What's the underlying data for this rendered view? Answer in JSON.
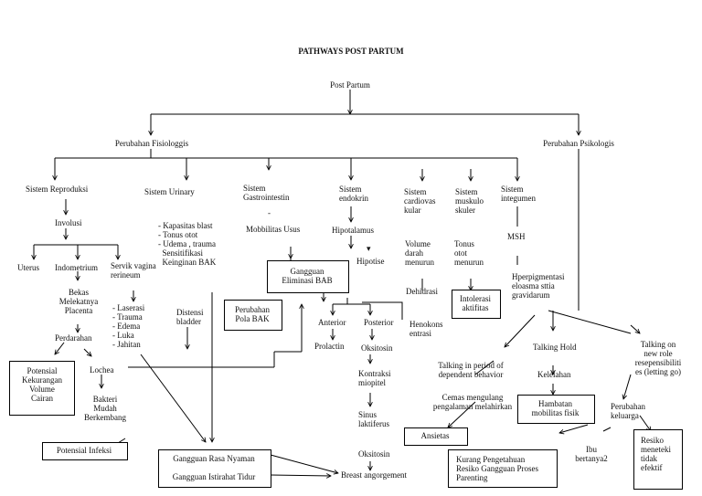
{
  "title": "PATHWAYS POST PARTUM",
  "root": "Post Partum",
  "perubahan_fisiologis": "Perubahan Fisiologgis",
  "perubahan_psikologis": "Perubahan Psikologis",
  "sistem_reproduksi": "Sistem Reproduksi",
  "sistem_urinary": "Sistem Urinary",
  "sistem_gastrointestin": "Sistem\nGastrointestin",
  "sistem_endokrin": "Sistem\nendokrin",
  "sistem_cardiovaskular": "Sistem\ncardiovas\nkular",
  "sistem_muskuloskuler": "Sistem\nmuskulo\nskuler",
  "sistem_integumen": "Sistem\nintegumen",
  "involusi": "Involusi",
  "uterus": "Uterus",
  "endometrium": "Indometrium",
  "servik": "Servik vagina\nrerineum",
  "bekas_placenta": "Bekas\nMelekatnya\nPlacenta",
  "perdarahan": "Perdarahan",
  "potensial_kekurangan": "Potensial\nKekurangan\nVolume\nCairan",
  "lochea": "Lochea",
  "bakteri": "Bakteri\nMudah\nBerkembang",
  "potensial_infeksi": "Potensial Infeksi",
  "servik_items": "- Laserasi\n- Trauma\n- Edema\n- Luka\n- Jahitan",
  "urinary_items": "- Kapasitas blast\n- Tonus otot\n- Udema , trauma\n  Sensitifikasi\n  Keinginan BAK",
  "distensi": "Distensi\nbladder",
  "gangguan_nyaman": "Gangguan Rasa Nyaman",
  "gangguan_istirahat": "Gangguan Istirahat Tidur",
  "mobilitas_usus": "Mobbilitas Usus",
  "gangguan_eliminasi": "Gangguan\nEliminasi BAB",
  "perubahan_pola_bak": "Perubahan\nPola BAK",
  "hipotalamus": "Hipotalamus",
  "hipotise": "Hipotise",
  "anterior": "Anterior",
  "posterior": "Posterior",
  "prolactin": "Prolactin",
  "oksitosin": "Oksitosin",
  "kontraksi": "Kontraksi\nmiopitel",
  "sinus": "Sinus\nlaktiferus",
  "oksitosin2": "Oksitosin",
  "breast": "Breast angorgement",
  "volume_darah": "Volume\ndarah\nmenurun",
  "dehidrasi": "Dehidrasi",
  "hemokons": "Henokons\nentrasi",
  "tonus_otot": "Tonus\notot\nmenurun",
  "intoleransi": "Intolerasi\naktifitas",
  "msh": "MSH",
  "hiperpigmentasi": "Hperpigmentasi\neloasma sttia\ngravidarum",
  "taking_in": "Talking in period of\ndependent behavior",
  "cemas": "Cemas mengulang\npengalaman melahirkan",
  "ansietas": "Ansietas",
  "taking_hold": "Talking Hold",
  "kelelahan": "Kelelahan",
  "hambatan": "Hambatan\nmobilitas fisik",
  "letting_go": "Talking on\nnew role\nresepensibiliti\nes (letting go)",
  "perubahan_keluarga": "Perubahan\nkeluarga",
  "ibu_bertanya": "Ibu\nbertanya2",
  "kurang_pengetahuan": "Kurang Pengetahuan\nResiko Gangguan Proses\nParenting",
  "resiko_menete": "Resiko\nmeneteki\ntidak\nefektif",
  "dot_gastro": "-",
  "dot_hipotise": "▾"
}
